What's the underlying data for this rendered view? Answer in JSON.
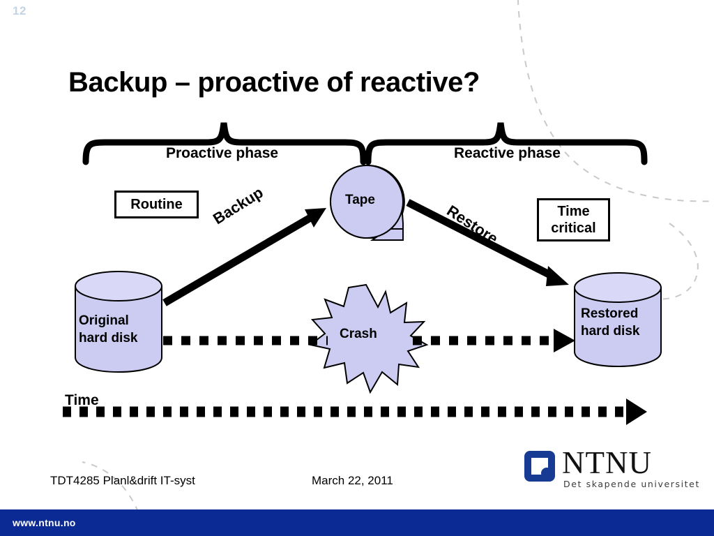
{
  "slide": {
    "number": "12",
    "title": "Backup – proactive of reactive?"
  },
  "diagram": {
    "braces": [
      {
        "label": "Proactive phase"
      },
      {
        "label": "Reactive phase"
      }
    ],
    "nodes": {
      "tape": "Tape",
      "crash": "Crash",
      "original_disk_line1": "Original",
      "original_disk_line2": "hard disk",
      "restored_disk_line1": "Restored",
      "restored_disk_line2": "hard disk"
    },
    "callouts": {
      "routine": "Routine",
      "time_critical_line1": "Time",
      "time_critical_line2": "critical"
    },
    "arrow_labels": {
      "backup": "Backup",
      "restore": "Restore"
    },
    "axis_label": "Time",
    "colors": {
      "shape_fill": "#ccccf2",
      "shape_stroke": "#000000",
      "arrow": "#000000",
      "brand_blue": "#0b2a93",
      "slide_number": "#c3d4e4",
      "decor_dash": "#c8c8c8"
    }
  },
  "footer": {
    "course": "TDT4285 Planl&drift IT-syst",
    "date": "March 22, 2011",
    "url": "www.ntnu.no",
    "logo": {
      "wordmark": "NTNU",
      "tagline": "Det skapende universitet"
    }
  }
}
